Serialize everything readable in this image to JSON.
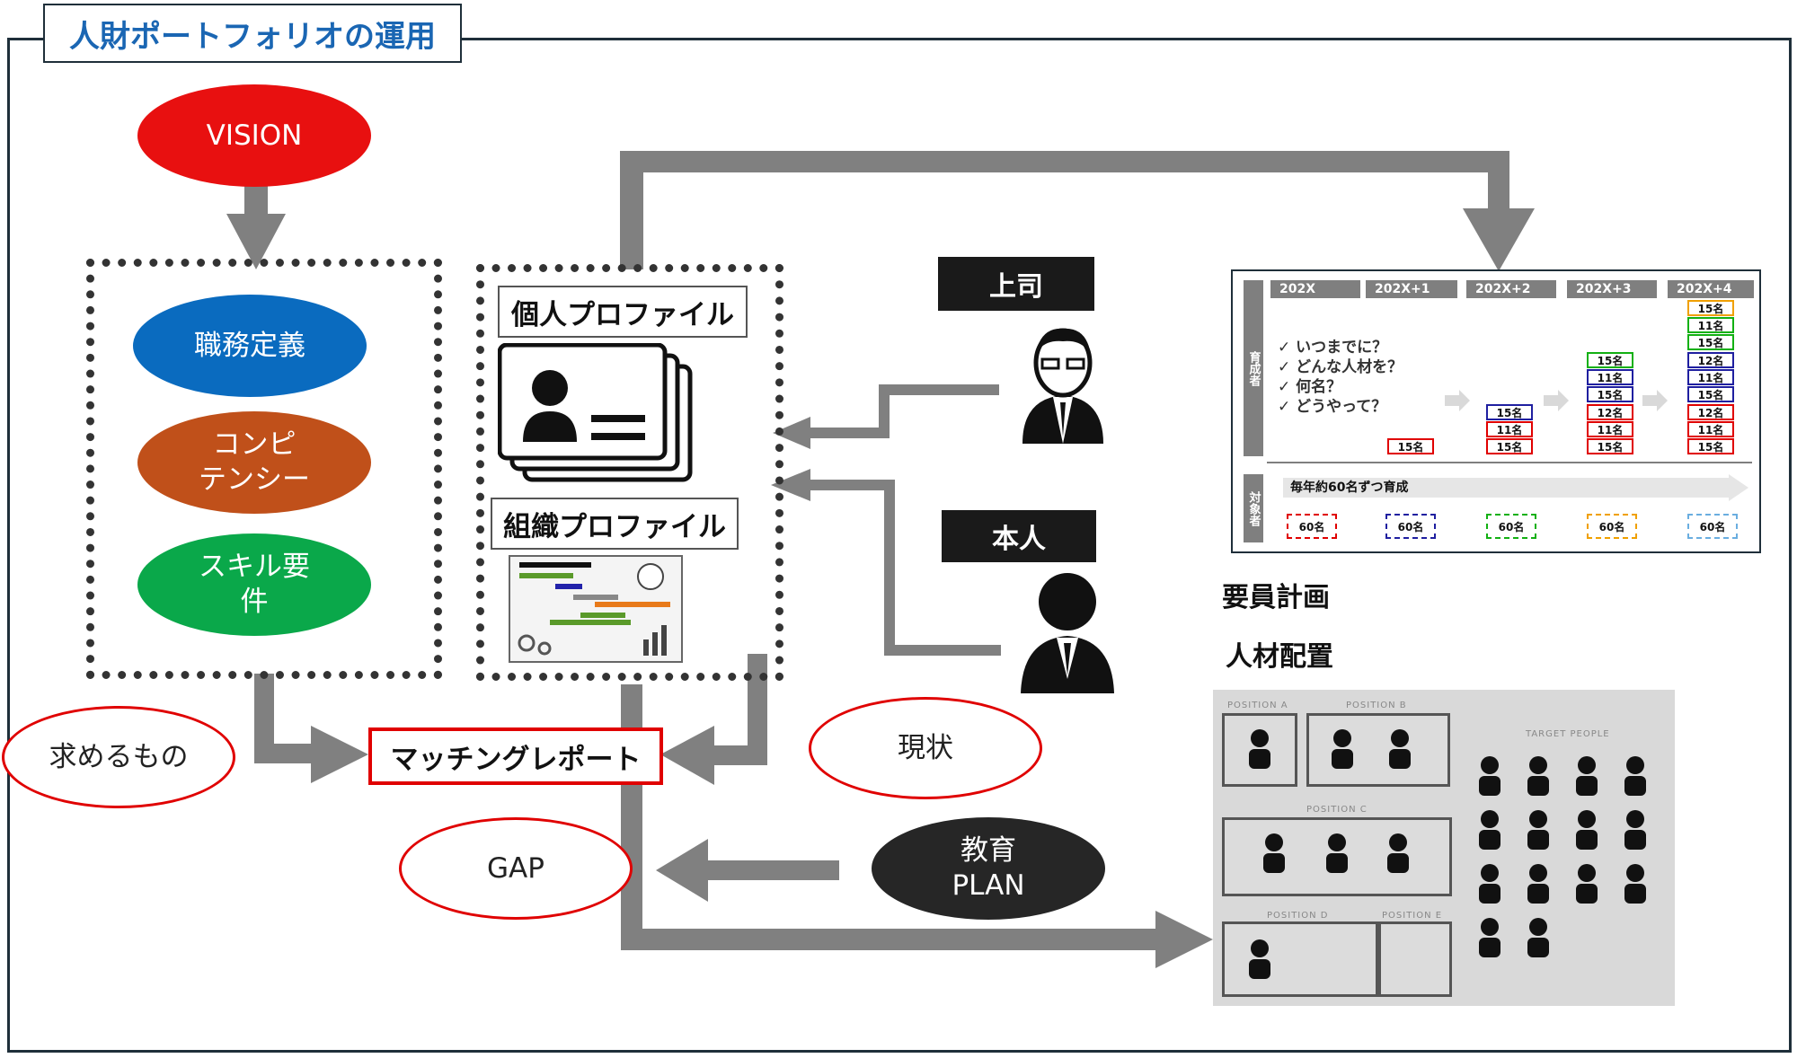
{
  "title": "人財ポートフォリオの運用",
  "vision": "VISION",
  "requirements": {
    "job_definition": "職務定義",
    "competency": "コンピ\nテンシー",
    "skill": "スキル要\n件"
  },
  "profiles": {
    "individual": "個人プロファイル",
    "organization": "組織プロファイル"
  },
  "actors": {
    "boss": "上司",
    "self": "本人"
  },
  "matching_report": "マッチングレポート",
  "ovals": {
    "wanted": "求めるもの",
    "current": "現状",
    "gap": "GAP",
    "education": "教育\nPLAN"
  },
  "staffing_plan_label": "要員計画",
  "placement_label": "人材配置",
  "staffing_plan": {
    "years": [
      "202X",
      "202X+1",
      "202X+2",
      "202X+3",
      "202X+4"
    ],
    "side_trainer": "育成者",
    "side_target": "対象者",
    "questions": [
      "✓ いつまでに？",
      "✓ どんな人材を？",
      "✓ 何名？",
      "✓ どうやって？"
    ],
    "target_banner": "毎年約60名ずつ育成",
    "col1": [
      "15名"
    ],
    "col2": [
      "15名",
      "11名",
      "15名"
    ],
    "col3": [
      "15名",
      "11名",
      "15名",
      "12名",
      "11名",
      "15名"
    ],
    "col4": [
      "15名",
      "11名",
      "15名",
      "12名",
      "11名",
      "15名",
      "12名",
      "11名",
      "15名"
    ],
    "targets": [
      "60名",
      "60名",
      "60名",
      "60名",
      "60名"
    ],
    "colors": {
      "red": "#e00000",
      "navy": "#1f1fa0",
      "green": "#12b012",
      "orange": "#f0a000",
      "lightblue": "#6aaee0"
    }
  },
  "placement": {
    "position_a": "POSITION A",
    "position_b": "POSITION B",
    "position_c": "POSITION C",
    "position_d": "POSITION D",
    "position_e": "POSITION E",
    "target_people": "TARGET PEOPLE"
  },
  "colors": {
    "vision": "#e81010",
    "job_definition": "#0a6bbf",
    "competency": "#c0501a",
    "skill": "#0aa84a",
    "arrow": "#808080"
  }
}
